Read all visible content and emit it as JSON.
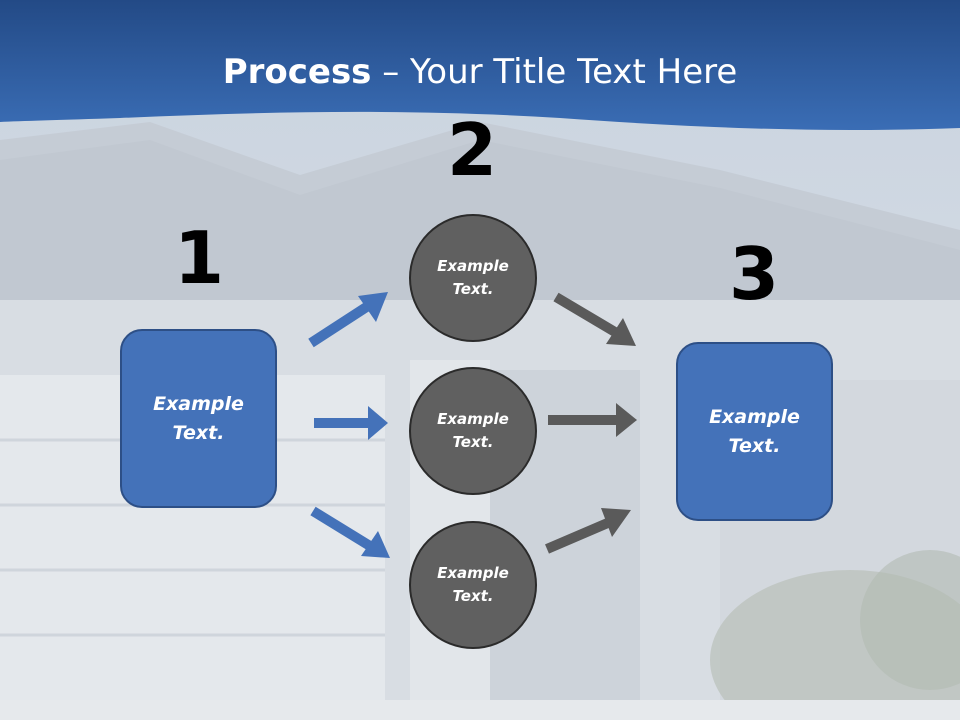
{
  "slide": {
    "title_strong": "Process",
    "title_rest": " – Your Title Text Here"
  },
  "steps": [
    {
      "number": "1"
    },
    {
      "number": "2"
    },
    {
      "number": "3"
    }
  ],
  "start_box": {
    "label": "Example\nText."
  },
  "middle_circles": [
    {
      "label": "Example\nText."
    },
    {
      "label": "Example\nText."
    },
    {
      "label": "Example\nText."
    }
  ],
  "end_box": {
    "label": "Example\nText."
  },
  "colors": {
    "header_blue": "#2f5c9c",
    "box_blue": "#4472b9",
    "circle_gray": "#606060",
    "arrow_blue": "#4472b9",
    "arrow_gray": "#5a5a5a"
  }
}
